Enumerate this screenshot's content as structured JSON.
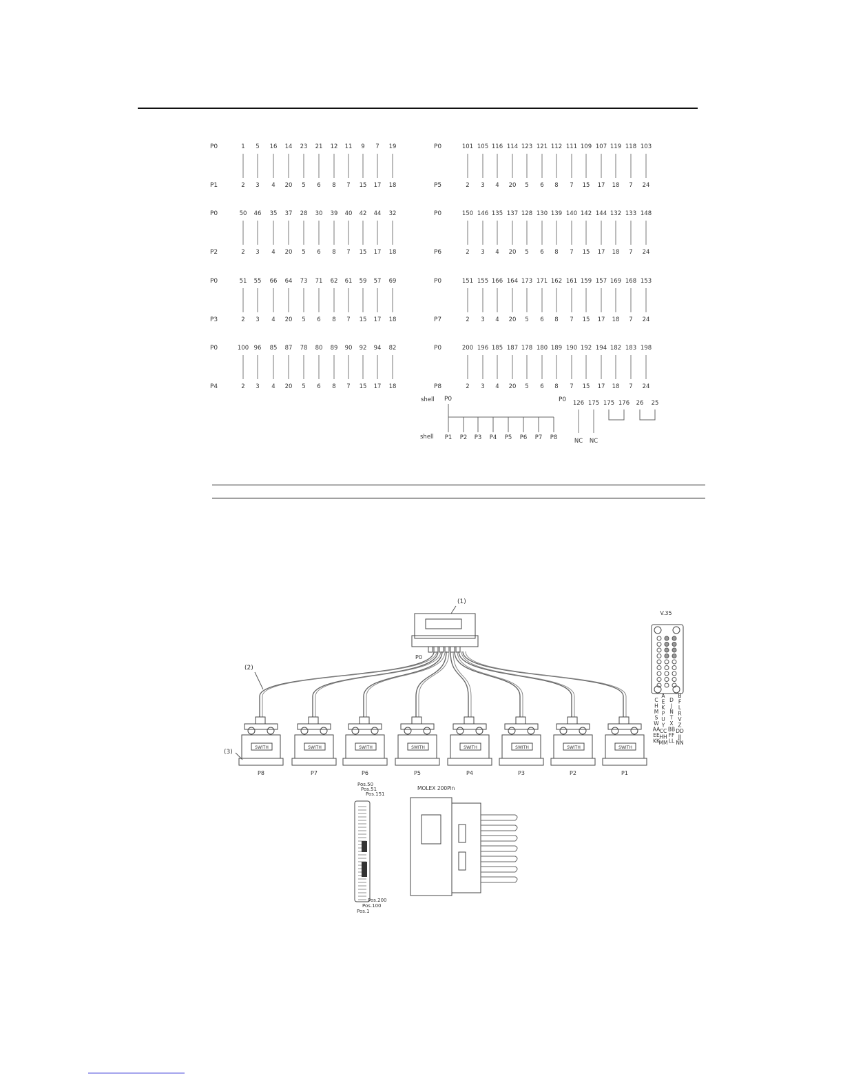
{
  "pinout": {
    "groups": [
      {
        "from": "P0",
        "to": "P1",
        "top": [
          "1",
          "5",
          "16",
          "14",
          "23",
          "21",
          "12",
          "11",
          "9",
          "7",
          "19"
        ],
        "bottom": [
          "2",
          "3",
          "4",
          "20",
          "5",
          "6",
          "8",
          "7",
          "15",
          "17",
          "18"
        ]
      },
      {
        "from": "P0",
        "to": "P2",
        "top": [
          "50",
          "46",
          "35",
          "37",
          "28",
          "30",
          "39",
          "40",
          "42",
          "44",
          "32"
        ],
        "bottom": [
          "2",
          "3",
          "4",
          "20",
          "5",
          "6",
          "8",
          "7",
          "15",
          "17",
          "18"
        ]
      },
      {
        "from": "P0",
        "to": "P3",
        "top": [
          "51",
          "55",
          "66",
          "64",
          "73",
          "71",
          "62",
          "61",
          "59",
          "57",
          "69"
        ],
        "bottom": [
          "2",
          "3",
          "4",
          "20",
          "5",
          "6",
          "8",
          "7",
          "15",
          "17",
          "18"
        ]
      },
      {
        "from": "P0",
        "to": "P4",
        "top": [
          "100",
          "96",
          "85",
          "87",
          "78",
          "80",
          "89",
          "90",
          "92",
          "94",
          "82"
        ],
        "bottom": [
          "2",
          "3",
          "4",
          "20",
          "5",
          "6",
          "8",
          "7",
          "15",
          "17",
          "18"
        ]
      },
      {
        "from": "P0",
        "to": "P5",
        "top": [
          "101",
          "105",
          "116",
          "114",
          "123",
          "121",
          "112",
          "111",
          "109",
          "107",
          "119",
          "118",
          "103"
        ],
        "bottom": [
          "2",
          "3",
          "4",
          "20",
          "5",
          "6",
          "8",
          "7",
          "15",
          "17",
          "18",
          "7",
          "24"
        ]
      },
      {
        "from": "P0",
        "to": "P6",
        "top": [
          "150",
          "146",
          "135",
          "137",
          "128",
          "130",
          "139",
          "140",
          "142",
          "144",
          "132",
          "133",
          "148"
        ],
        "bottom": [
          "2",
          "3",
          "4",
          "20",
          "5",
          "6",
          "8",
          "7",
          "15",
          "17",
          "18",
          "7",
          "24"
        ]
      },
      {
        "from": "P0",
        "to": "P7",
        "top": [
          "151",
          "155",
          "166",
          "164",
          "173",
          "171",
          "162",
          "161",
          "159",
          "157",
          "169",
          "168",
          "153"
        ],
        "bottom": [
          "2",
          "3",
          "4",
          "20",
          "5",
          "6",
          "8",
          "7",
          "15",
          "17",
          "18",
          "7",
          "24"
        ]
      },
      {
        "from": "P0",
        "to": "P8",
        "top": [
          "200",
          "196",
          "185",
          "187",
          "178",
          "180",
          "189",
          "190",
          "192",
          "194",
          "182",
          "183",
          "198"
        ],
        "bottom": [
          "2",
          "3",
          "4",
          "20",
          "5",
          "6",
          "8",
          "7",
          "15",
          "17",
          "18",
          "7",
          "24"
        ]
      }
    ],
    "shell": {
      "label_top": "shell",
      "source": "P0",
      "label_bottom": "shell",
      "targets": [
        "P1",
        "P2",
        "P3",
        "P4",
        "P5",
        "P6",
        "P7",
        "P8"
      ]
    },
    "extra": {
      "source": "P0",
      "nc_pins": [
        "126",
        "175"
      ],
      "nc_label": "NC",
      "loops": [
        [
          "175",
          "176"
        ],
        [
          "26",
          "25"
        ]
      ]
    }
  },
  "assembly": {
    "callouts": [
      "(1)",
      "(2)",
      "(3)"
    ],
    "main_connector_label": "P0",
    "plugs": [
      {
        "label": "P8",
        "brand": "SWITH"
      },
      {
        "label": "P7",
        "brand": "SWITH"
      },
      {
        "label": "P6",
        "brand": "SWITH"
      },
      {
        "label": "P5",
        "brand": "SWITH"
      },
      {
        "label": "P4",
        "brand": "SWITH"
      },
      {
        "label": "P3",
        "brand": "SWITH"
      },
      {
        "label": "P2",
        "brand": "SWITH"
      },
      {
        "label": "P1",
        "brand": "SWITH"
      }
    ],
    "v35": {
      "title": "V.35",
      "columns": [
        [
          "C",
          "H",
          "M",
          "S",
          "W",
          "AA",
          "EE",
          "KK"
        ],
        [
          "A",
          "E",
          "K",
          "P",
          "U",
          "Y",
          "CC",
          "HH",
          "MM"
        ],
        [
          "D",
          "J",
          "N",
          "T",
          "X",
          "BB",
          "FF",
          "LL"
        ],
        [
          "B",
          "F",
          "L",
          "R",
          "V",
          "Z",
          "DD",
          "JJ",
          "NN"
        ]
      ]
    },
    "molex": {
      "title": "MOLEX 200Pin",
      "positions": [
        "Pos.50",
        "Pos.51",
        "Pos.151",
        "Pos.200",
        "Pos.100",
        "Pos.1"
      ]
    }
  }
}
